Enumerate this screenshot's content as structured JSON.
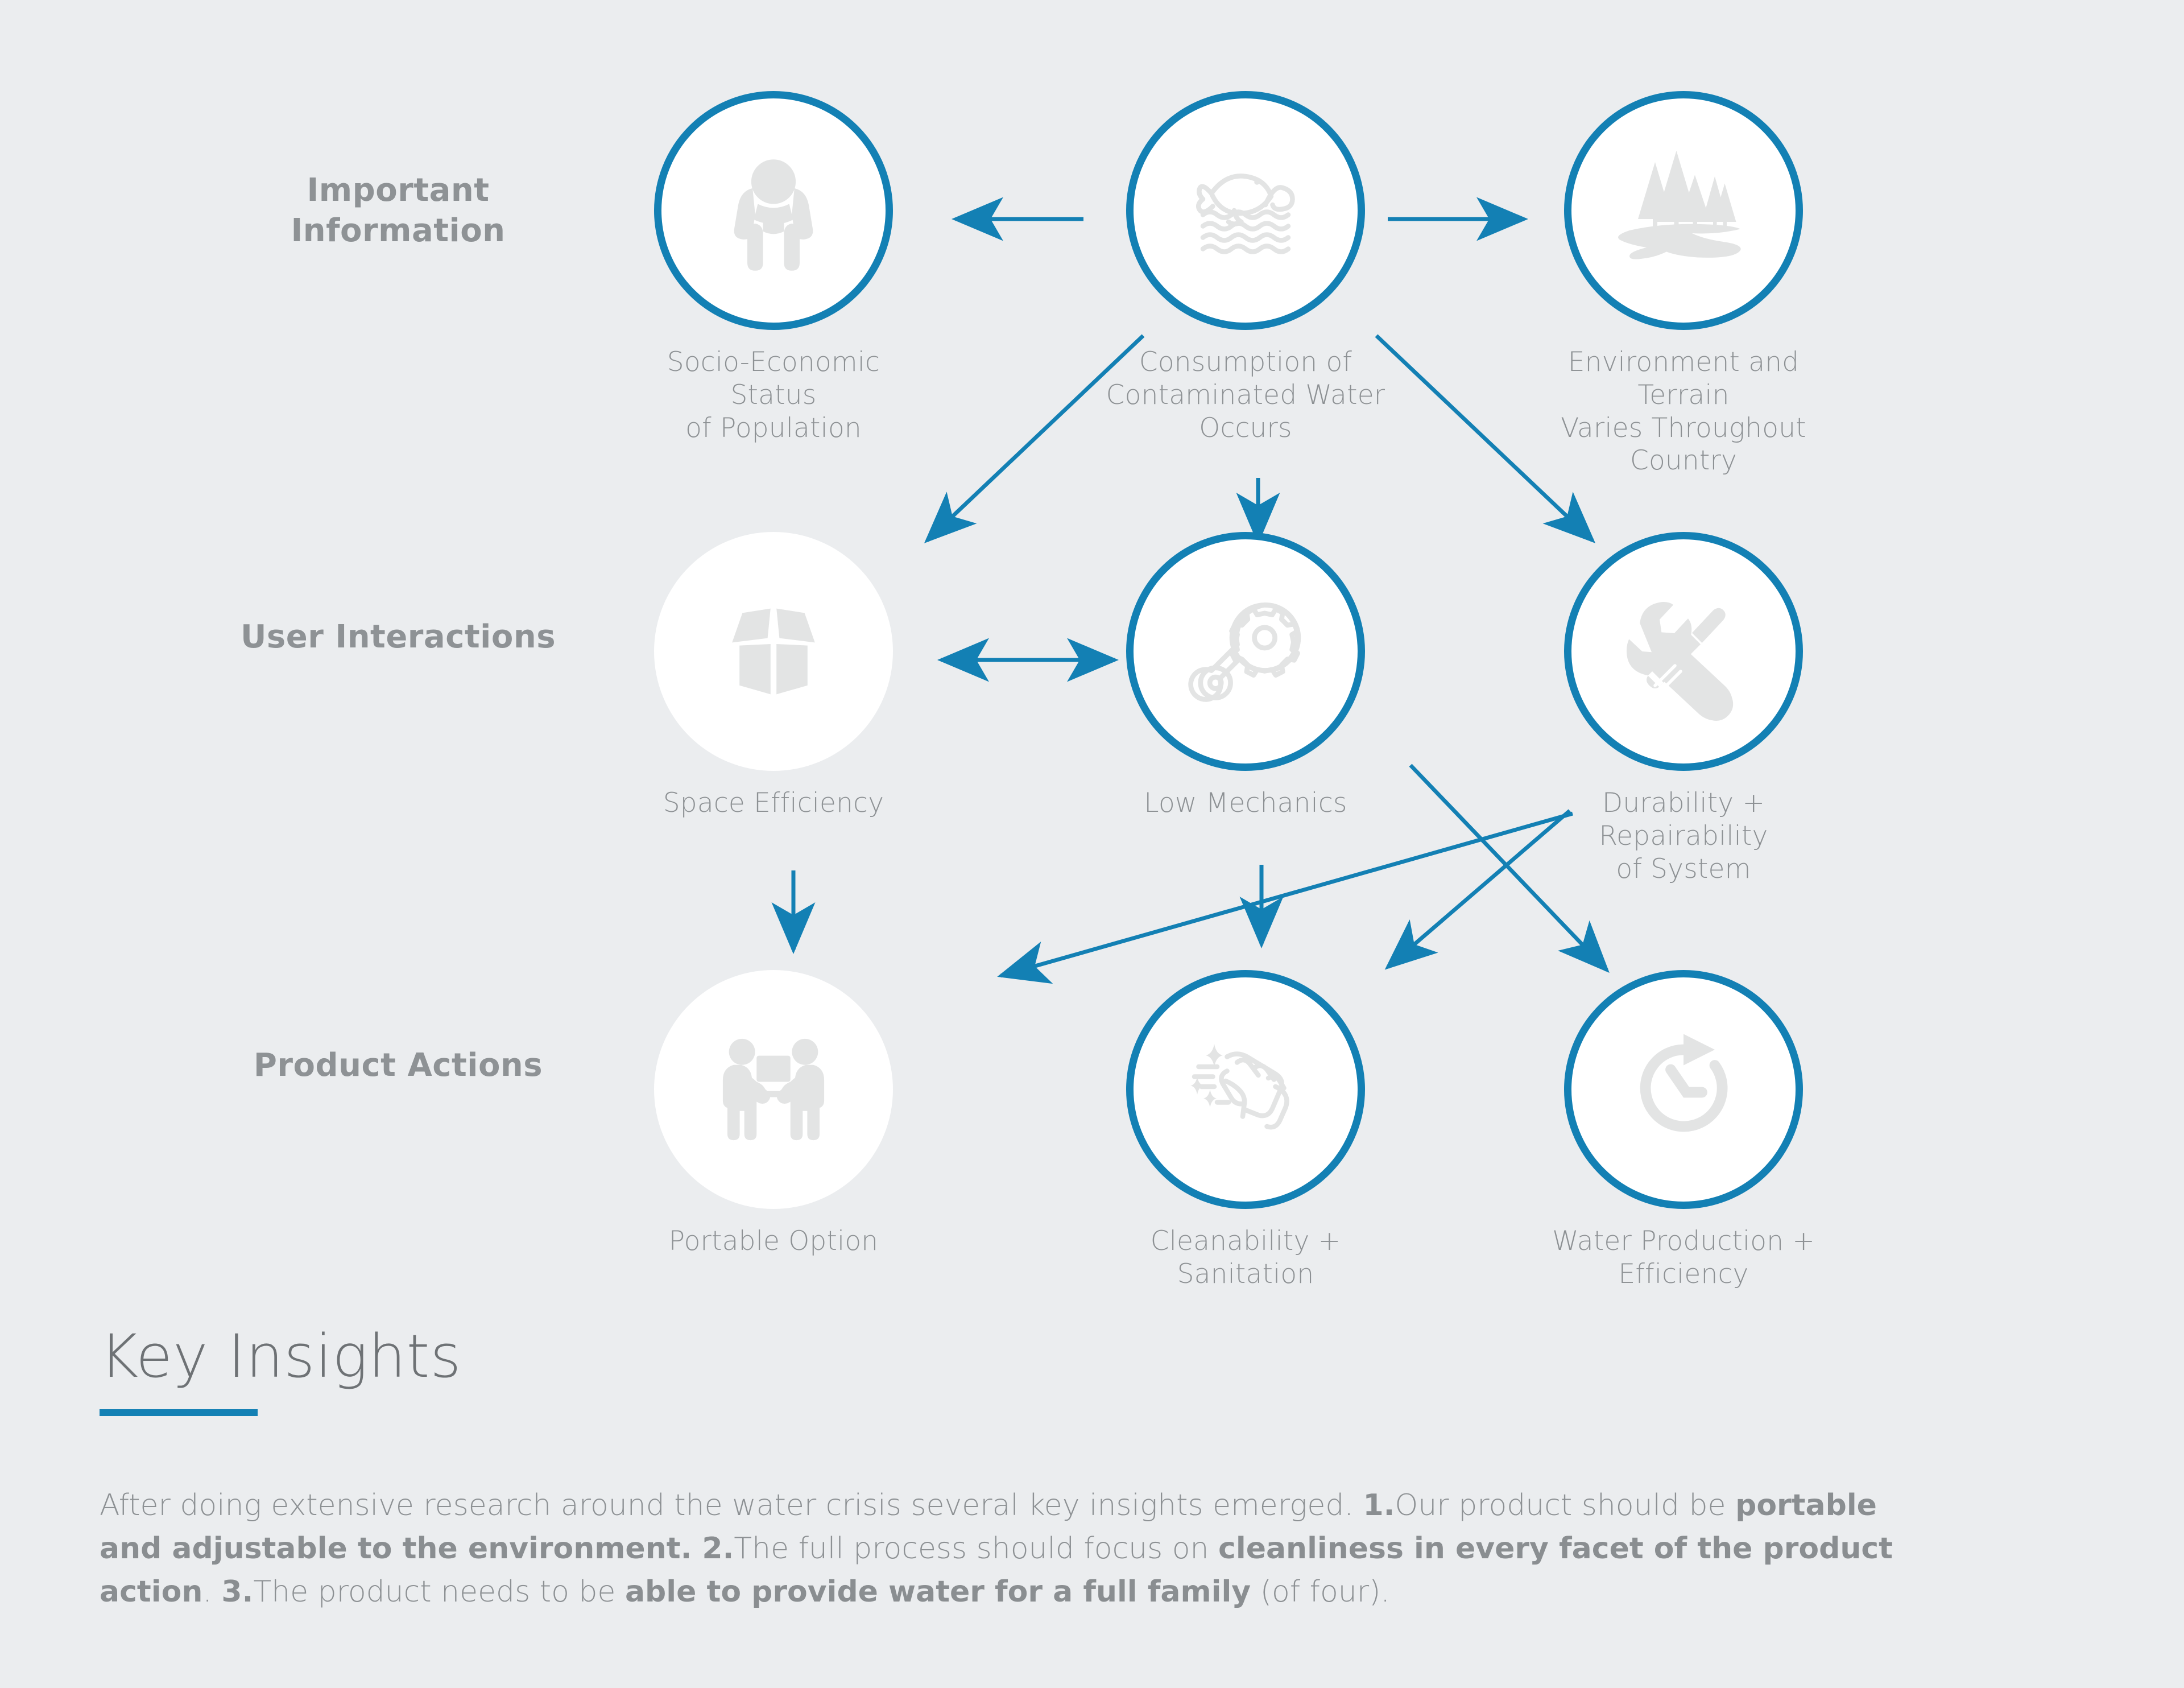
{
  "theme": {
    "background": "#ebedef",
    "accent_blue": "#1380b4",
    "icon_gray": "#e3e4e4",
    "text_gray": "#8d9194",
    "label_gray": "#8e9295",
    "circle_fill": "#ffffff"
  },
  "rows": [
    {
      "label": "Important\nInformation"
    },
    {
      "label": "User\nInteractions"
    },
    {
      "label": "Product\nActions"
    }
  ],
  "nodes": [
    {
      "id": "socio-economic-status",
      "caption": "Socio-Economic Status\nof Population",
      "icon": "person-crouching-icon",
      "ringed": true,
      "row": 0,
      "col": 0
    },
    {
      "id": "contaminated-water",
      "caption": "Consumption of\nContaminated Water\nOccurs",
      "icon": "fish-in-water-icon",
      "ringed": true,
      "row": 0,
      "col": 1
    },
    {
      "id": "environment-terrain",
      "caption": "Environment and Terrain\nVaries Throughout\nCountry",
      "icon": "trees-river-icon",
      "ringed": true,
      "row": 0,
      "col": 2
    },
    {
      "id": "space-efficiency",
      "caption": "Space Efficiency",
      "icon": "open-box-icon",
      "ringed": false,
      "row": 1,
      "col": 0
    },
    {
      "id": "low-mechanics",
      "caption": "Low Mechanics",
      "icon": "gear-belt-icon",
      "ringed": true,
      "row": 1,
      "col": 1
    },
    {
      "id": "durability-repairability",
      "caption": "Durability + Repairability\nof System",
      "icon": "wrench-screwdriver-icon",
      "ringed": true,
      "row": 1,
      "col": 2
    },
    {
      "id": "portable-option",
      "caption": "Portable Option",
      "icon": "two-people-carrying-box-icon",
      "ringed": false,
      "row": 2,
      "col": 0
    },
    {
      "id": "cleanability-sanitation",
      "caption": "Cleanability + Sanitation",
      "icon": "hand-wiping-sparkle-icon",
      "ringed": true,
      "row": 2,
      "col": 1
    },
    {
      "id": "water-production",
      "caption": "Water Production +\nEfficiency",
      "icon": "clock-arrow-icon",
      "ringed": true,
      "row": 2,
      "col": 2
    }
  ],
  "connections": [
    {
      "from": "contaminated-water",
      "to": "socio-economic-status",
      "type": "single"
    },
    {
      "from": "contaminated-water",
      "to": "environment-terrain",
      "type": "single"
    },
    {
      "from": "contaminated-water",
      "to": "space-efficiency",
      "type": "single"
    },
    {
      "from": "contaminated-water",
      "to": "low-mechanics",
      "type": "single"
    },
    {
      "from": "contaminated-water",
      "to": "durability-repairability",
      "type": "single"
    },
    {
      "from": "space-efficiency",
      "to": "low-mechanics",
      "type": "double"
    },
    {
      "from": "space-efficiency",
      "to": "portable-option",
      "type": "single"
    },
    {
      "from": "low-mechanics",
      "to": "cleanability-sanitation",
      "type": "single"
    },
    {
      "from": "durability-repairability",
      "to": "cleanability-sanitation",
      "type": "single"
    },
    {
      "from": "durability-repairability",
      "to": "water-production",
      "type": "single"
    },
    {
      "from": "durability-repairability",
      "to": "portable-option",
      "type": "single"
    }
  ],
  "insights": {
    "title": "Key Insights",
    "body_plain": "After doing extensive research around the water crisis several key insights emerged. 1.Our product should be portable and adjustable to the environment. 2.The full process should focus on cleanliness in every facet of the product action. 3.The product needs  to be able to provide water for a full family (of four).",
    "segments": [
      {
        "text": "After doing extensive research around the water crisis several key insights emerged. ",
        "bold": false
      },
      {
        "text": "1.",
        "bold": true
      },
      {
        "text": "Our product should be ",
        "bold": false
      },
      {
        "text": "portable and adjustable to the environment. 2.",
        "bold": true
      },
      {
        "text": "The full process should focus on ",
        "bold": false
      },
      {
        "text": "cleanliness in every facet of the product action",
        "bold": true
      },
      {
        "text": ". ",
        "bold": false
      },
      {
        "text": "3.",
        "bold": true
      },
      {
        "text": "The product needs  to be ",
        "bold": false
      },
      {
        "text": "able to provide water for a full family",
        "bold": true
      },
      {
        "text": " (of four).",
        "bold": false
      }
    ]
  }
}
